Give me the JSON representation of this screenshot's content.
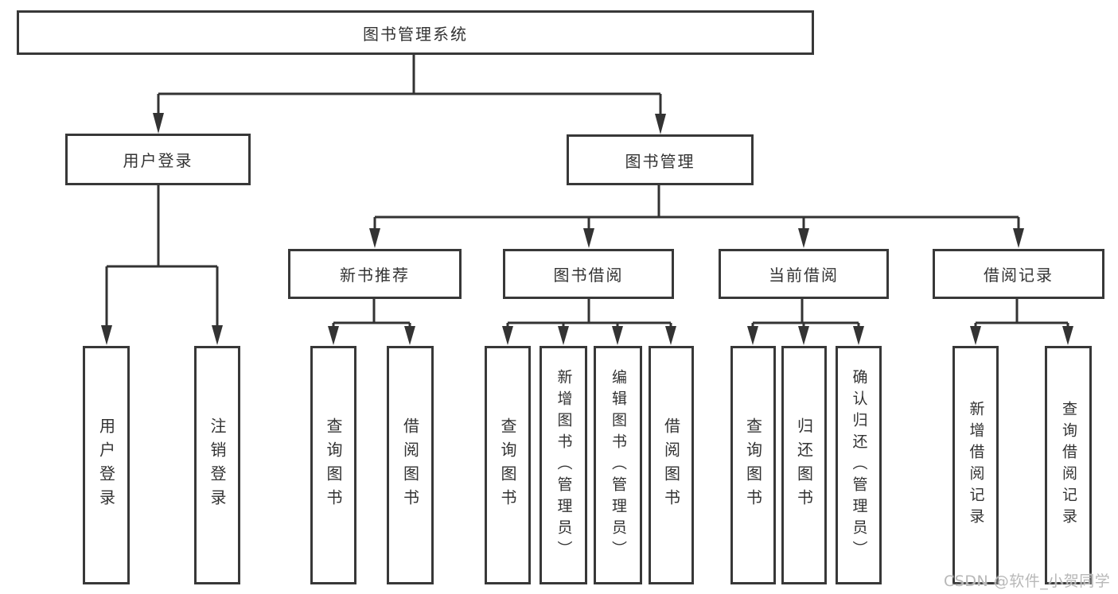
{
  "diagram": {
    "root": {
      "label": "图书管理系统"
    },
    "user_login": {
      "label": "用户登录",
      "children": [
        {
          "label": "用户登录"
        },
        {
          "label": "注销登录"
        }
      ]
    },
    "book_mgmt": {
      "label": "图书管理",
      "children": [
        {
          "label": "新书推荐",
          "children": [
            {
              "label": "查询图书"
            },
            {
              "label": "借阅图书"
            }
          ]
        },
        {
          "label": "图书借阅",
          "children": [
            {
              "label": "查询图书"
            },
            {
              "label": "新增图书（管理员）"
            },
            {
              "label": "编辑图书（管理员）"
            },
            {
              "label": "借阅图书"
            }
          ]
        },
        {
          "label": "当前借阅",
          "children": [
            {
              "label": "查询图书"
            },
            {
              "label": "归还图书"
            },
            {
              "label": "确认归还（管理员）"
            }
          ]
        },
        {
          "label": "借阅记录",
          "children": [
            {
              "label": "新增借阅记录"
            },
            {
              "label": "查询借阅记录"
            }
          ]
        }
      ]
    }
  },
  "watermark": {
    "text": "CSDN @软件_小贺同学"
  },
  "colors": {
    "line": "#333333",
    "text": "#333333",
    "background": "#ffffff",
    "watermark": "#b8b8b8"
  }
}
